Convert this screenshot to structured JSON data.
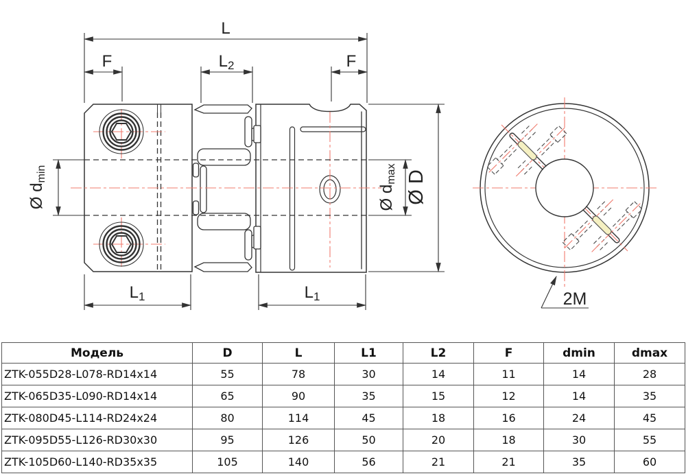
{
  "drawing": {
    "labels": {
      "total_length": "L",
      "clamp_f_left": "F",
      "clamp_f_right": "F",
      "mid_l2": {
        "base": "L",
        "sub": "2"
      },
      "hub_l1_left": {
        "base": "L",
        "sub": "1"
      },
      "hub_l1_right": {
        "base": "L",
        "sub": "1"
      },
      "bore_min": {
        "base": "Ø d",
        "sub": "min"
      },
      "bore_max": {
        "base": "Ø d",
        "sub": "max"
      },
      "outer_diameter": "Ø D",
      "screw_callout": "2M"
    },
    "colors": {
      "line": "#333333",
      "centerline": "#f07b6e",
      "hidden": "#4d4d4d",
      "insert_fill": "#f5f0c2"
    }
  },
  "table": {
    "headers": [
      "Модель",
      "D",
      "L",
      "L1",
      "L2",
      "F",
      "dmin",
      "dmax"
    ],
    "rows": [
      {
        "model": "ZTK-055D28-L078-RD14x14",
        "d": "55",
        "l": "78",
        "l1": "30",
        "l2": "14",
        "f": "11",
        "dmin": "14",
        "dmax": "28"
      },
      {
        "model": "ZTK-065D35-L090-RD14x14",
        "d": "65",
        "l": "90",
        "l1": "35",
        "l2": "15",
        "f": "12",
        "dmin": "14",
        "dmax": "35"
      },
      {
        "model": "ZTK-080D45-L114-RD24x24",
        "d": "80",
        "l": "114",
        "l1": "45",
        "l2": "18",
        "f": "16",
        "dmin": "24",
        "dmax": "45"
      },
      {
        "model": "ZTK-095D55-L126-RD30x30",
        "d": "95",
        "l": "126",
        "l1": "50",
        "l2": "20",
        "f": "18",
        "dmin": "30",
        "dmax": "55"
      },
      {
        "model": "ZTK-105D60-L140-RD35x35",
        "d": "105",
        "l": "140",
        "l1": "56",
        "l2": "21",
        "f": "21",
        "dmin": "35",
        "dmax": "60"
      }
    ]
  }
}
